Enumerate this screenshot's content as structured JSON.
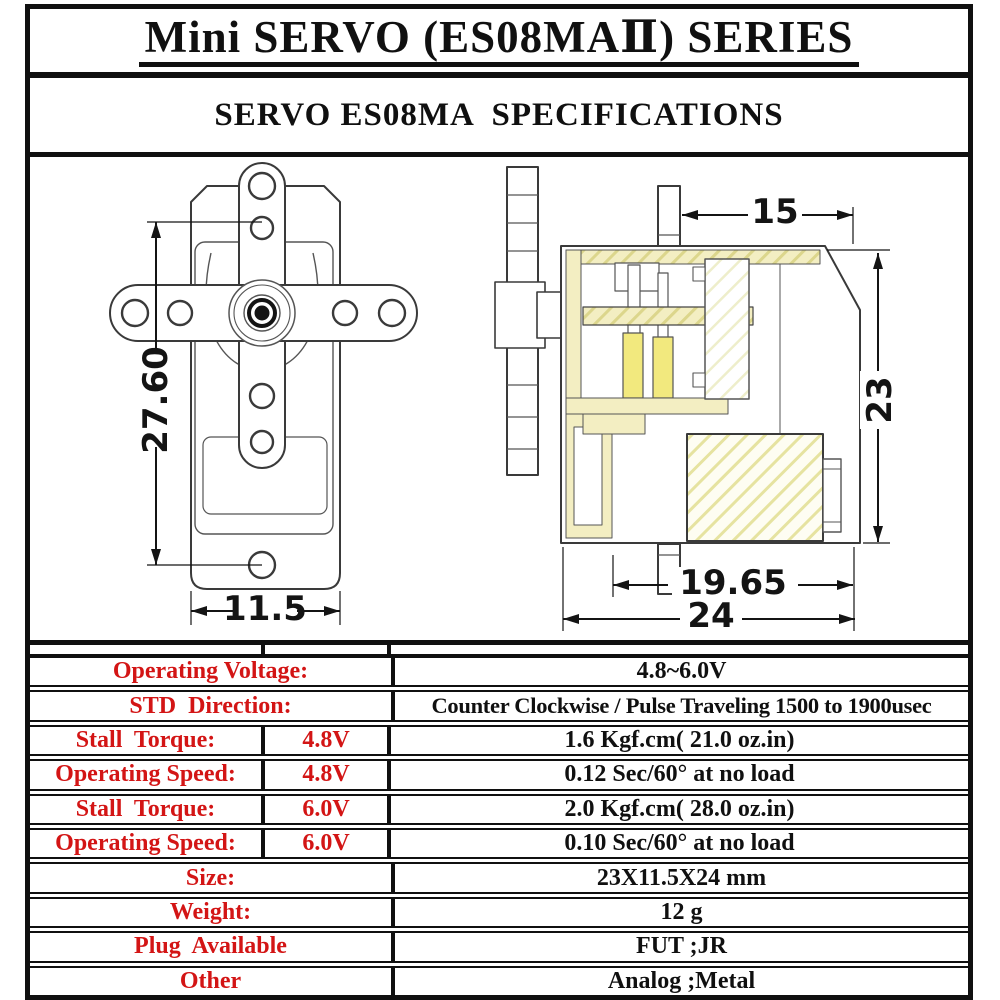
{
  "header": {
    "title": "Mini SERVO (ES08MAⅡ) SERIES",
    "subtitle": "SERVO ES08MA  SPECIFICATIONS"
  },
  "drawings": {
    "front": {
      "height_label": "27.60",
      "width_label": "11.5"
    },
    "side": {
      "tab_to_edge_label": "15",
      "height_label": "23",
      "inner_width_label": "19.65",
      "width_label": "24"
    }
  },
  "spec_table": {
    "rows": [
      {
        "label": "Operating Voltage:",
        "voltage": "",
        "value": "4.8~6.0V"
      },
      {
        "label": "STD  Direction:",
        "voltage": "",
        "value": "Counter Clockwise / Pulse Traveling 1500 to 1900usec"
      },
      {
        "label": "Stall  Torque:",
        "voltage": "4.8V",
        "value": "1.6 Kgf.cm( 21.0 oz.in)"
      },
      {
        "label": "Operating Speed:",
        "voltage": "4.8V",
        "value": "0.12 Sec/60° at no load"
      },
      {
        "label": "Stall  Torque:",
        "voltage": "6.0V",
        "value": "2.0 Kgf.cm( 28.0 oz.in)"
      },
      {
        "label": "Operating Speed:",
        "voltage": "6.0V",
        "value": "0.10 Sec/60° at no load"
      },
      {
        "label": "Size:",
        "voltage": "",
        "value": "23X11.5X24 mm"
      },
      {
        "label": "Weight:",
        "voltage": "",
        "value": "12 g"
      },
      {
        "label": "Plug  Available",
        "voltage": "",
        "value": "FUT ;JR"
      },
      {
        "label": "Other",
        "voltage": "",
        "value": "Analog ;Metal"
      }
    ]
  },
  "colors": {
    "label_red": "#d31515",
    "ink": "#101010",
    "draw_line": "#3a3a3a",
    "cream_fill": "#f3eec2",
    "gear_yellow": "#f2e97e",
    "hatch_line": "#e0dc96"
  }
}
